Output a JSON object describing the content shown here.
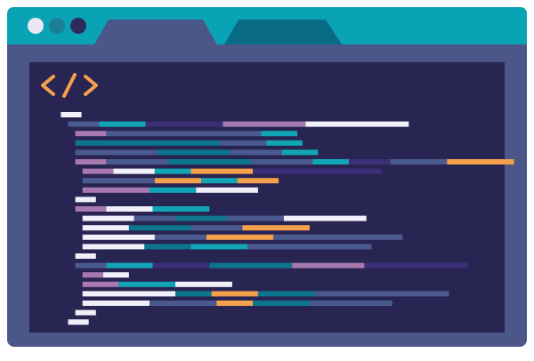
{
  "window": {
    "frame_color": "#4a5788",
    "titlebar_color": "#0aa3b5",
    "editor_bg": "#282553",
    "controls": [
      {
        "name": "close-dot",
        "color": "#ece7f5"
      },
      {
        "name": "minimize-dot",
        "color": "#1b7f95"
      },
      {
        "name": "maximize-dot",
        "color": "#2e2a5c"
      }
    ],
    "tabs": [
      {
        "name": "tab-inactive",
        "color": "#4a5788",
        "active": false
      },
      {
        "name": "tab-active",
        "color": "#0a6b86",
        "active": true
      }
    ]
  },
  "logo": {
    "icon": "code-brackets-icon",
    "color": "#f5a04a"
  },
  "palette": {
    "w": "#f1effa",
    "t": "#11a6b6",
    "d": "#0d768e",
    "p": "#a879ae",
    "o": "#f5a04a",
    "s": "#4b5a8e",
    "n": "#3d2e78"
  },
  "code_lines": [
    [
      [
        "w",
        8
      ]
    ],
    [
      [
        "s",
        12
      ],
      [
        "t",
        18
      ],
      [
        "n",
        30
      ],
      [
        "p",
        32
      ],
      [
        "w",
        40
      ]
    ],
    [
      [
        "p",
        12
      ],
      [
        "s",
        60
      ],
      [
        "t",
        14
      ]
    ],
    [
      [
        "d",
        56
      ],
      [
        "s",
        18
      ],
      [
        "t",
        14
      ]
    ],
    [
      [
        "s",
        32
      ],
      [
        "d",
        28
      ],
      [
        "s",
        20
      ],
      [
        "t",
        14
      ]
    ],
    [
      [
        "p",
        12
      ],
      [
        "s",
        24
      ],
      [
        "d",
        32
      ],
      [
        "s",
        24
      ],
      [
        "t",
        14
      ],
      [
        "n",
        16
      ],
      [
        "s",
        22
      ],
      [
        "o",
        26
      ]
    ],
    [
      [
        "p",
        12
      ],
      [
        "w",
        16
      ],
      [
        "t",
        14
      ],
      [
        "o",
        24
      ],
      [
        "n",
        50
      ]
    ],
    [
      [
        "s",
        28
      ],
      [
        "o",
        18
      ],
      [
        "t",
        14
      ],
      [
        "o",
        16
      ]
    ],
    [
      [
        "p",
        26
      ],
      [
        "t",
        18
      ],
      [
        "w",
        24
      ]
    ],
    [
      [
        "w",
        8
      ]
    ],
    [
      [
        "p",
        12
      ],
      [
        "w",
        18
      ],
      [
        "t",
        22
      ]
    ],
    [
      [
        "w",
        20
      ],
      [
        "s",
        16
      ],
      [
        "d",
        20
      ],
      [
        "s",
        22
      ],
      [
        "w",
        32
      ]
    ],
    [
      [
        "w",
        18
      ],
      [
        "d",
        24
      ],
      [
        "s",
        20
      ],
      [
        "o",
        26
      ]
    ],
    [
      [
        "w",
        28
      ],
      [
        "s",
        20
      ],
      [
        "o",
        26
      ],
      [
        "s",
        50
      ]
    ],
    [
      [
        "w",
        24
      ],
      [
        "d",
        18
      ],
      [
        "t",
        22
      ],
      [
        "s",
        48
      ]
    ],
    [
      [
        "w",
        8
      ]
    ],
    [
      [
        "s",
        12
      ],
      [
        "t",
        18
      ],
      [
        "n",
        22
      ],
      [
        "d",
        32
      ],
      [
        "p",
        28
      ],
      [
        "n",
        40
      ]
    ],
    [
      [
        "p",
        8
      ],
      [
        "w",
        10
      ]
    ],
    [
      [
        "p",
        14
      ],
      [
        "t",
        22
      ],
      [
        "w",
        22
      ]
    ],
    [
      [
        "w",
        36
      ],
      [
        "d",
        14
      ],
      [
        "o",
        18
      ],
      [
        "d",
        22
      ],
      [
        "s",
        52
      ]
    ],
    [
      [
        "w",
        26
      ],
      [
        "s",
        26
      ],
      [
        "o",
        14
      ],
      [
        "d",
        22
      ],
      [
        "s",
        32
      ]
    ],
    [
      [
        "w",
        8
      ]
    ],
    [
      [
        "w",
        8
      ]
    ]
  ],
  "indents": [
    6,
    8,
    10,
    10,
    10,
    10,
    12,
    12,
    12,
    10,
    10,
    12,
    12,
    12,
    12,
    10,
    10,
    12,
    12,
    12,
    12,
    10,
    8
  ]
}
